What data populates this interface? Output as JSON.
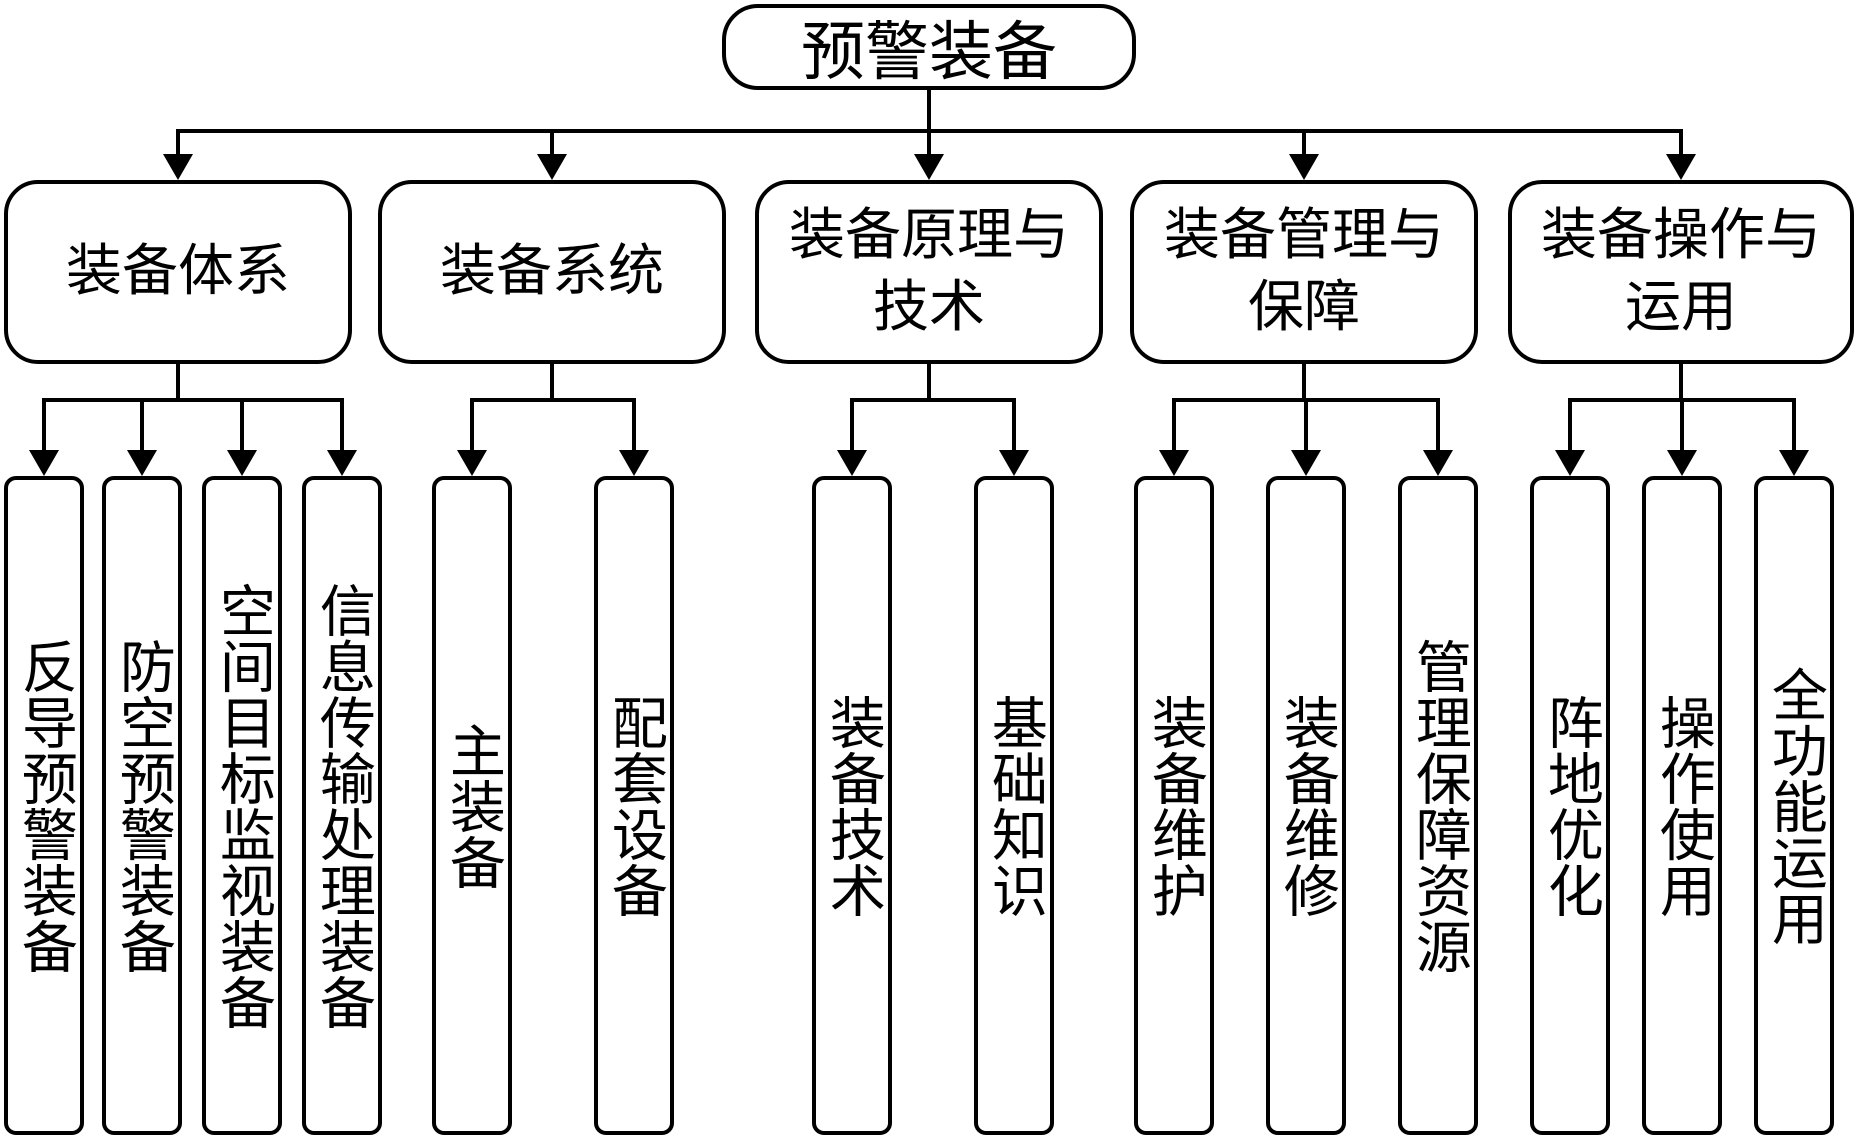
{
  "root": {
    "label": "预警装备"
  },
  "categories": [
    {
      "label": "装备体系",
      "children": [
        "反导预警装备",
        "防空预警装备",
        "空间目标监视装备",
        "信息传输处理装备"
      ]
    },
    {
      "label": "装备系统",
      "children": [
        "主装备",
        "配套设备"
      ]
    },
    {
      "label": "装备原理与\n技术",
      "children": [
        "装备技术",
        "基础知识"
      ]
    },
    {
      "label": "装备管理与\n保障",
      "children": [
        "装备维护",
        "装备维修",
        "管理保障资源"
      ]
    },
    {
      "label": "装备操作与\n运用",
      "children": [
        "阵地优化",
        "操作使用",
        "全功能运用"
      ]
    }
  ]
}
